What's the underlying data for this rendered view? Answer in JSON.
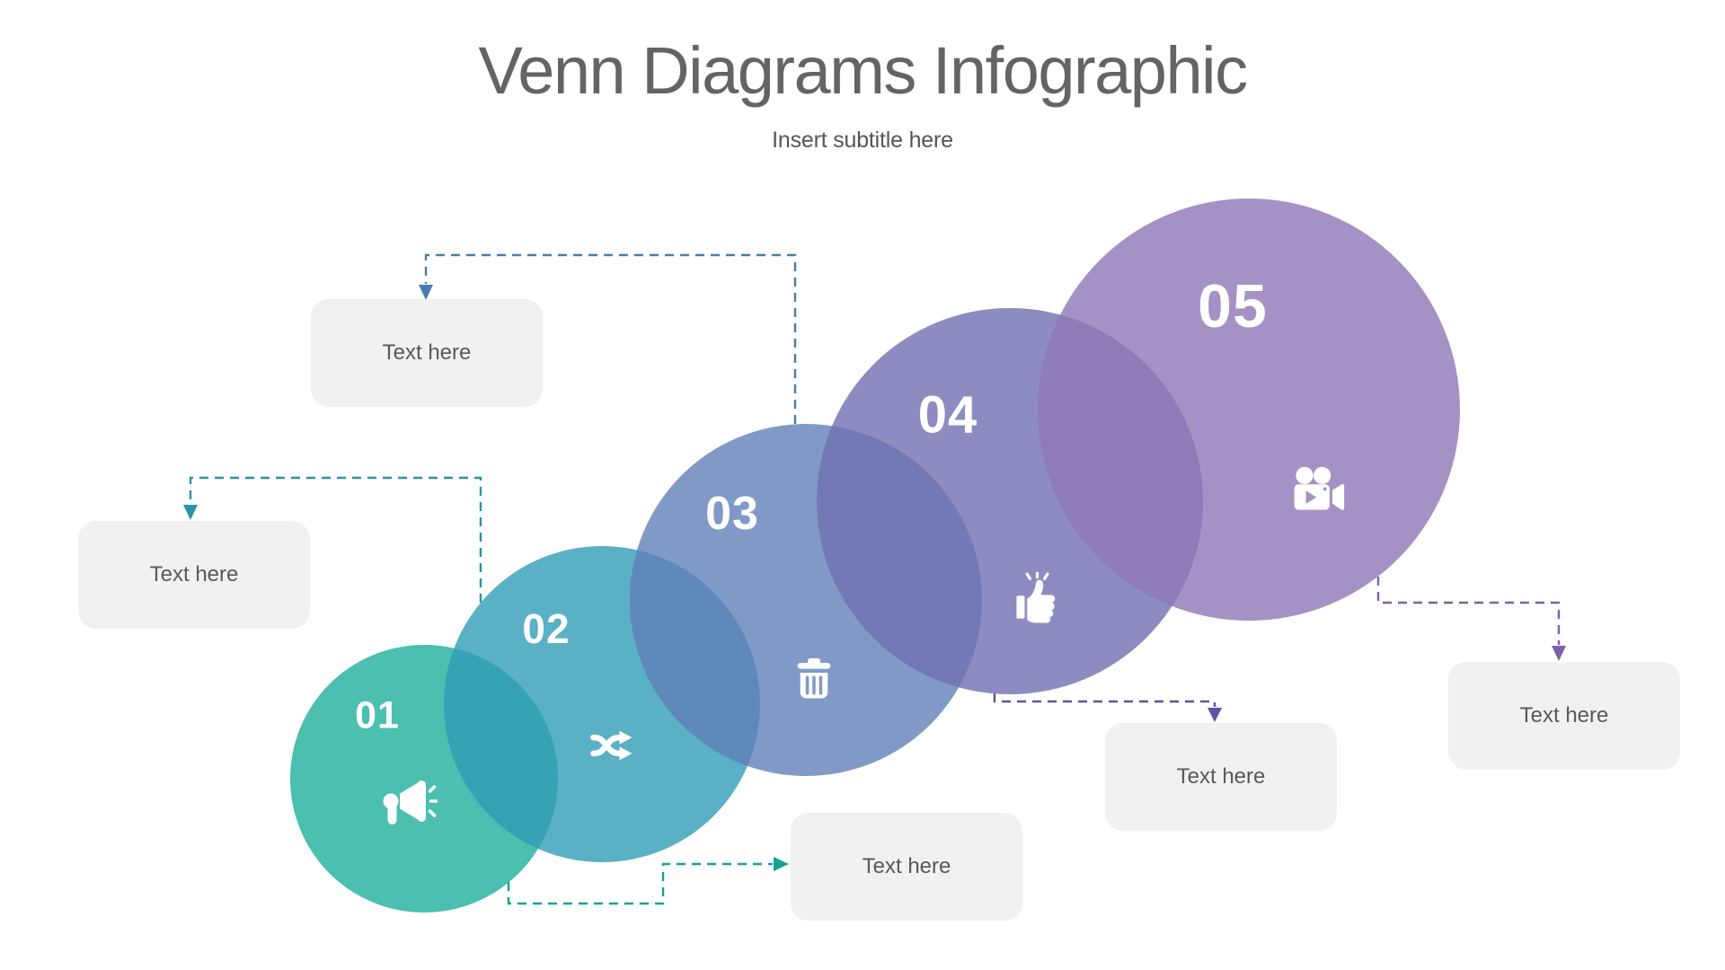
{
  "header": {
    "title": "Venn Diagrams Infographic",
    "subtitle": "Insert subtitle here"
  },
  "circles": [
    {
      "number": "01",
      "label": "Text here",
      "icon": "megaphone-icon",
      "fill": "rgba(30,175,156,0.8)",
      "surface": "#4bbfb0",
      "connector": "#17a290"
    },
    {
      "number": "02",
      "label": "Text here",
      "icon": "shuffle-icon",
      "fill": "rgba(49,156,181,0.8)",
      "surface": "#5ab0c4",
      "connector": "#2a93a9"
    },
    {
      "number": "03",
      "label": "Text here",
      "icon": "trash-icon",
      "fill": "rgba(98,128,185,0.8)",
      "surface": "#8199c7",
      "connector": "#4a7cb0"
    },
    {
      "number": "04",
      "label": "Text here",
      "icon": "thumbs-up-icon",
      "fill": "rgba(113,111,176,0.8)",
      "surface": "#8d8cc0",
      "connector": "#5a55a4"
    },
    {
      "number": "05",
      "label": "Text here",
      "icon": "video-camera-icon",
      "fill": "rgba(143,119,181,0.8)",
      "surface": "#a592c4",
      "connector": "#7e5fad"
    }
  ]
}
